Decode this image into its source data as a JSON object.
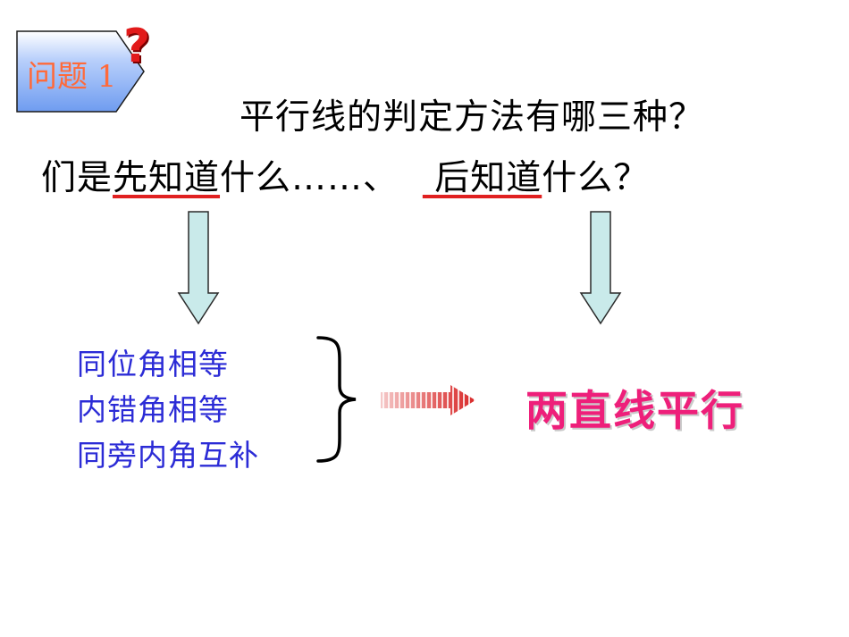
{
  "tag": {
    "label": "问题 1",
    "mark": "?"
  },
  "question": {
    "line1": "平行线的判定方法有哪三种？",
    "line2_prefix": "们是",
    "line2_first": "先知道",
    "line2_middle": "什么……、",
    "line2_gap": "  ",
    "line2_second": " 后知道",
    "line2_suffix": "什么？"
  },
  "conditions": [
    "同位角相等",
    "内错角相等",
    "同旁内角互补"
  ],
  "result": "两直线平行",
  "colors": {
    "tag_fill": "#6f9cf0",
    "tag_label": "#ff6a3a",
    "question_mark": "#e21a1a",
    "underline": "#e02020",
    "arrow_fill": "#c9eaea",
    "conditions": "#2b2bd6",
    "result": "#ee1f7a"
  }
}
